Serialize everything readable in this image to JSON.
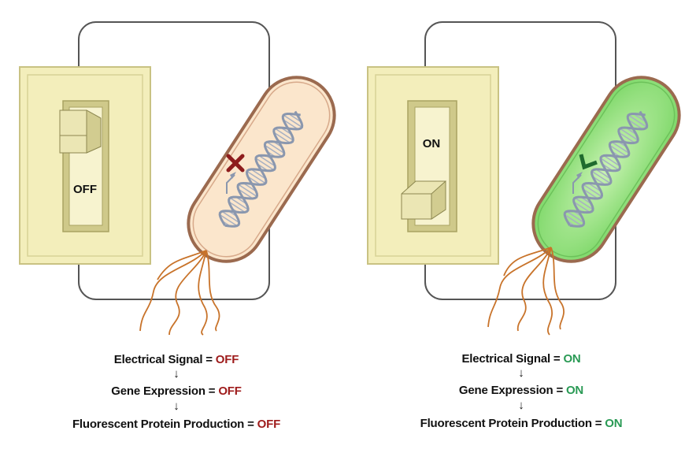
{
  "left_panel": {
    "switch_label": "OFF",
    "lines": [
      {
        "label": "Electrical Signal = ",
        "state": "OFF"
      },
      {
        "label": "Gene Expression = ",
        "state": "OFF"
      },
      {
        "label": "Fluorescent Protein Production = ",
        "state": "OFF"
      }
    ]
  },
  "right_panel": {
    "switch_label": "ON",
    "lines": [
      {
        "label": "Electrical Signal = ",
        "state": "ON"
      },
      {
        "label": "Gene Expression = ",
        "state": "ON"
      },
      {
        "label": "Fluorescent Protein Production = ",
        "state": "ON"
      }
    ]
  },
  "arrow_glyph": "↓",
  "colors": {
    "off": "#9e1b1b",
    "on": "#2a9a55",
    "plate": "#f3eebb",
    "cell_off": "#fbe6cc",
    "cell_on": "#8fe07a",
    "flagella": "#c8732a"
  }
}
